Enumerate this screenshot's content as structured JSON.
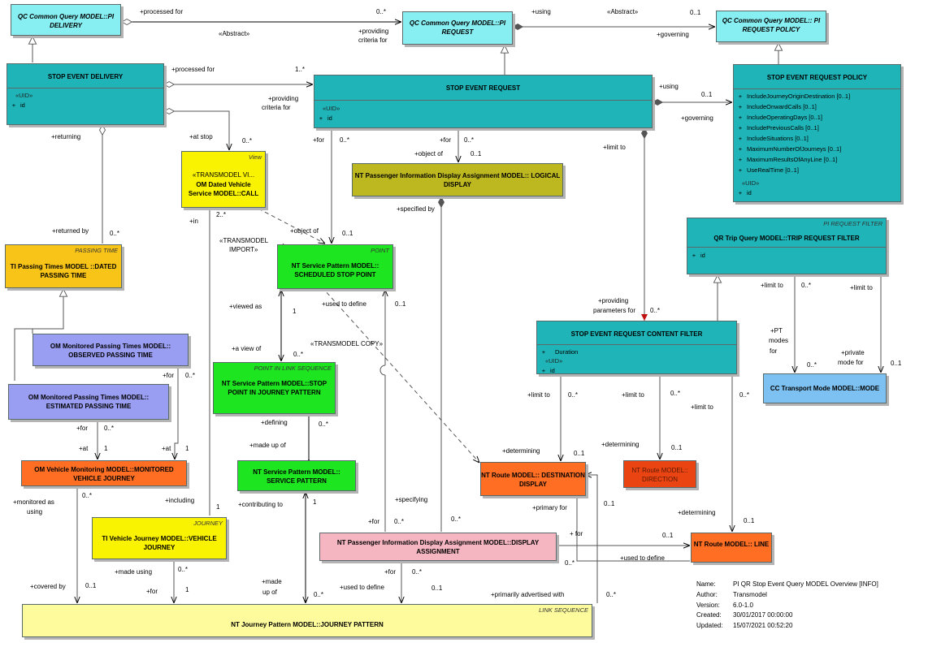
{
  "classes": {
    "pi_delivery": {
      "title": "QC Common Query MODEL::PI DELIVERY"
    },
    "pi_request": {
      "title": "QC Common Query MODEL::PI REQUEST"
    },
    "pi_request_policy": {
      "title": "QC Common Query MODEL:: PI REQUEST POLICY"
    },
    "stop_event_delivery": {
      "title": "STOP EVENT DELIVERY",
      "stereotype": "«UID»",
      "attrs": [
        {
          "vis": "+",
          "name": "id"
        }
      ]
    },
    "stop_event_request": {
      "title": "STOP EVENT REQUEST",
      "stereotype": "«UID»",
      "attrs": [
        {
          "vis": "+",
          "name": "id"
        }
      ]
    },
    "stop_event_request_policy": {
      "title": "STOP EVENT REQUEST POLICY",
      "attrs": [
        {
          "vis": "+",
          "name": "IncludeJourneyOriginDestination [0..1]"
        },
        {
          "vis": "+",
          "name": "IncludeOnwardCalls [0..1]"
        },
        {
          "vis": "+",
          "name": "IncludeOperatingDays [0..1]"
        },
        {
          "vis": "+",
          "name": "IncludePreviousCalls [0..1]"
        },
        {
          "vis": "+",
          "name": "IncludeSituations [0..1]"
        },
        {
          "vis": "+",
          "name": "MaximumNumberOfJourneys [0..1]"
        },
        {
          "vis": "+",
          "name": "MaximumResultsOfAnyLine [0..1]"
        },
        {
          "vis": "+",
          "name": "UseRealTime [0..1]"
        }
      ],
      "stereotype": "«UID»",
      "uid_attrs": [
        {
          "vis": "+",
          "name": "id"
        }
      ]
    },
    "call": {
      "stereotype_top": "View",
      "line1": "«TRANSMODEL VI...",
      "line2": "OM Dated Vehicle Service MODEL::CALL"
    },
    "logical_display": {
      "title": "NT Passenger Information Display Assignment MODEL:: LOGICAL DISPLAY"
    },
    "dated_passing_time": {
      "stereotype_top": "PASSING TIME",
      "title": "TI Passing Times MODEL ::DATED PASSING TIME"
    },
    "scheduled_stop_point": {
      "stereotype_top": "POINT",
      "title": "NT Service Pattern MODEL:: SCHEDULED STOP POINT"
    },
    "trip_request_filter": {
      "stereotype_top": "PI REQUEST FILTER",
      "title": "QR Trip Query MODEL::TRIP REQUEST FILTER",
      "attrs": [
        {
          "vis": "+",
          "name": "id"
        }
      ]
    },
    "observed_passing_time": {
      "title": "OM Monitored Passing Times MODEL:: OBSERVED PASSING TIME"
    },
    "estimated_passing_time": {
      "title": "OM Monitored Passing Times MODEL:: ESTIMATED PASSING TIME"
    },
    "content_filter": {
      "title": "STOP EVENT REQUEST CONTENT FILTER",
      "attrs": [
        {
          "vis": "+",
          "name": "Duration"
        }
      ],
      "stereotype": "«UID»",
      "uid_attrs": [
        {
          "vis": "+",
          "name": "id"
        }
      ]
    },
    "stop_point_in_jp": {
      "stereotype_top": "POINT IN LINK SEQUENCE",
      "title": "NT Service Pattern MODEL::STOP POINT IN JOURNEY PATTERN"
    },
    "transport_mode": {
      "title": "CC Transport Mode MODEL::MODE"
    },
    "monitored_vj": {
      "title": "OM Vehicle Monitoring MODEL::MONITORED VEHICLE JOURNEY"
    },
    "service_pattern": {
      "title": "NT Service Pattern MODEL:: SERVICE PATTERN"
    },
    "destination_display": {
      "title": "NT Route MODEL:: DESTINATION DISPLAY"
    },
    "direction": {
      "title": "NT Route MODEL:: DIRECTION"
    },
    "vehicle_journey": {
      "stereotype_top": "JOURNEY",
      "title": "TI Vehicle Journey MODEL::VEHICLE JOURNEY"
    },
    "display_assignment": {
      "title": "NT Passenger Information Display Assignment MODEL::DISPLAY ASSIGNMENT"
    },
    "line": {
      "title": "NT Route MODEL:: LINE"
    },
    "journey_pattern": {
      "stereotype_top": "LINK SEQUENCE",
      "title": "NT Journey Pattern MODEL::JOURNEY PATTERN"
    }
  },
  "labels": {
    "l1": "+processed for",
    "l2": "0..*",
    "l3": "«Abstract»",
    "l4": "+providing",
    "l5": "criteria for",
    "l6": "+using",
    "l7": "«Abstract»",
    "l8": "0..1",
    "l9": "+governing",
    "l10": "+processed for",
    "l11": "1..*",
    "l12": "+providing",
    "l13": "criteria for",
    "l14": "+using",
    "l15": "0..1",
    "l16": "+governing",
    "l17": "+returning",
    "l18": "+at stop",
    "l19": "0..*",
    "l20": "+for",
    "l21": "0..*",
    "l22": "+for",
    "l23": "0..*",
    "l24": "+object of",
    "l25": "0..1",
    "l26": "+limit to",
    "l27": "+returned by",
    "l28": "0..*",
    "l29": "+in",
    "l30": "2..*",
    "l31": "«TRANSMODEL",
    "l32": "IMPORT»",
    "l33": "+object of",
    "l34": "0..1",
    "l35": "+specified by",
    "l36": "+viewed as",
    "l37": "1",
    "l38": "+used to define",
    "l39": "0..1",
    "l40": "«TRANSMODEL COPY»",
    "l41": "+providing",
    "l42": "parameters for",
    "l43": "0..*",
    "l44": "+limit to",
    "l45": "0..*",
    "l46": "+limit to",
    "l47": "+PT",
    "l48": "modes",
    "l49": "for",
    "l50": "+private",
    "l51": "mode for",
    "l52": "0..*",
    "l53": "0..1",
    "l54": "+a view of",
    "l55": "0..*",
    "l56": "+for",
    "l57": "0..*",
    "l58": "+limit to",
    "l59": "0..*",
    "l60": "+limit to",
    "l61": "0..*",
    "l62": "+limit to",
    "l63": "0..*",
    "l64": "+for",
    "l65": "0..*",
    "l66": "+defining",
    "l67": "0..*",
    "l68": "+made up of",
    "l69": "+at",
    "l70": "1",
    "l71": "+at",
    "l72": "1",
    "l73": "+determining",
    "l74": "0..1",
    "l75": "+determining",
    "l76": "0..1",
    "l77": "+monitored as",
    "l78": "using",
    "l79": "0..*",
    "l80": "+including",
    "l81": "1",
    "l82": "+contributing to",
    "l83": "1",
    "l84": "+specifying",
    "l85": "+primary for",
    "l86": "0..1",
    "l87": "+determining",
    "l88": "0..1",
    "l89": "+for",
    "l90": "0..*",
    "l91": "0..*",
    "l92": "+ for",
    "l93": "0..1",
    "l94": "0..*",
    "l95": "+used to define",
    "l96": "+covered by",
    "l97": "0..1",
    "l98": "+made using",
    "l99": "0..*",
    "l100": "+for",
    "l101": "1",
    "l102": "+made",
    "l103": "up of",
    "l104": "0..*",
    "l105": "+for",
    "l106": "0..*",
    "l107": "+used to define",
    "l108": "0..1",
    "l109": "+primarily advertised with",
    "l110": "0..*"
  },
  "info": {
    "name_k": "Name:",
    "name_v": "PI QR Stop Event Query MODEL Overview [INFO]",
    "author_k": "Author:",
    "author_v": "Transmodel",
    "version_k": "Version:",
    "version_v": "6.0-1.0",
    "created_k": "Created:",
    "created_v": "30/01/2017 00:00:00",
    "updated_k": "Updated:",
    "updated_v": "15/07/2021 00:52:20"
  },
  "colors": {
    "cyan": "#87eef1",
    "teal": "#1fb5b8",
    "yellow": "#f9f200",
    "olive": "#bdb81f",
    "gold": "#f8c417",
    "purple": "#9a9ef2",
    "green": "#1de51f",
    "orange": "#ff6e23",
    "pink": "#f6b6c1",
    "blue": "#7cc1f1"
  }
}
